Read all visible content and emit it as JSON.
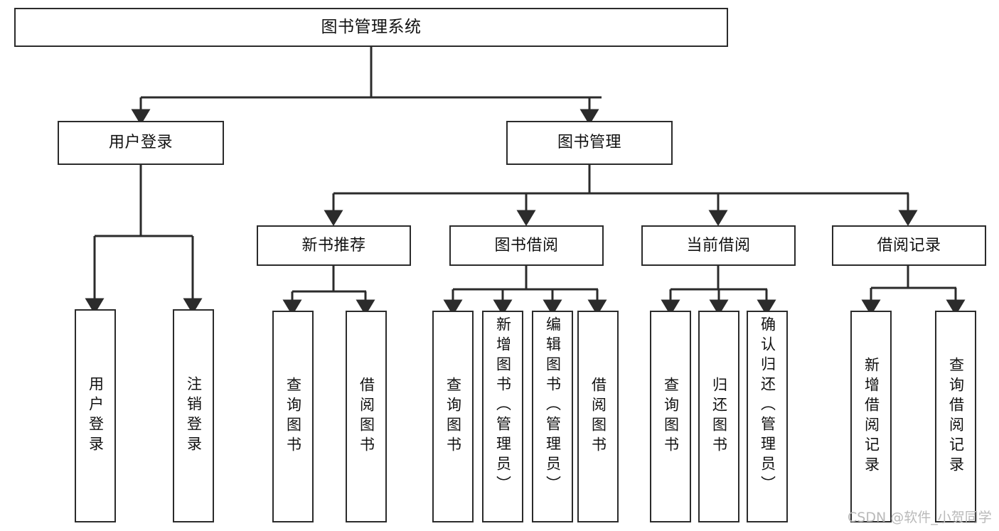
{
  "diagram": {
    "title": "图书管理系统",
    "type": "tree-hierarchy",
    "colors": {
      "box_border": "#2b2b2b",
      "box_fill": "#ffffff",
      "line": "#2b2b2b",
      "text": "#111111",
      "watermark": "#b9b9b9",
      "background": "#ffffff"
    }
  },
  "nodes": {
    "root": {
      "label": "图书管理系统"
    },
    "level2": [
      {
        "label": "用户登录"
      },
      {
        "label": "图书管理"
      }
    ],
    "level3": [
      {
        "label": "新书推荐"
      },
      {
        "label": "图书借阅"
      },
      {
        "label": "当前借阅"
      },
      {
        "label": "借阅记录"
      }
    ],
    "leaves": {
      "user_login": [
        {
          "label": "用户登录"
        },
        {
          "label": "注销登录"
        }
      ],
      "new_book_recommend": [
        {
          "label": "查询图书"
        },
        {
          "label": "借阅图书"
        }
      ],
      "book_borrow": [
        {
          "label": "查询图书"
        },
        {
          "label": "新增图书（管理员）"
        },
        {
          "label": "编辑图书（管理员）"
        },
        {
          "label": "借阅图书"
        }
      ],
      "current_borrow": [
        {
          "label": "查询图书"
        },
        {
          "label": "归还图书"
        },
        {
          "label": "确认归还（管理员）"
        }
      ],
      "borrow_record": [
        {
          "label": "新增借阅记录"
        },
        {
          "label": "查询借阅记录"
        }
      ]
    }
  },
  "watermark": {
    "text": "CSDN @软件_小贺同学"
  }
}
